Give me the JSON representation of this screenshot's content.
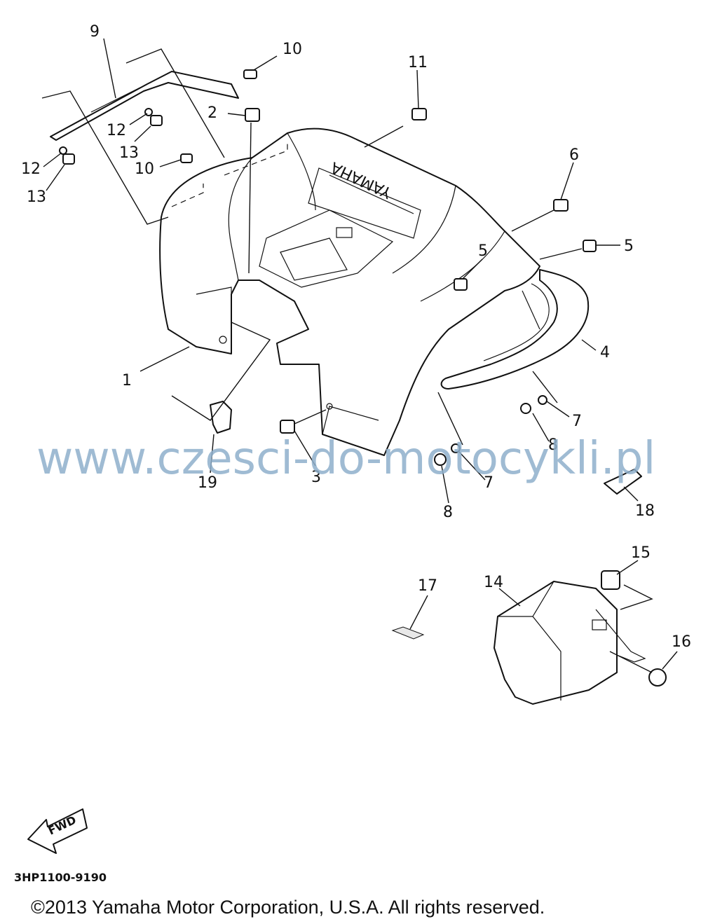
{
  "diagram": {
    "brand_text": "YAMAHA",
    "fwd_label": "FWD",
    "watermark": "www.czesci-do-motocykli.pl",
    "diagram_code": "3HP1100-9190",
    "copyright": "©2013 Yamaha Motor Corporation, U.S.A. All rights reserved."
  },
  "callouts": [
    {
      "id": "c9",
      "label": "9"
    },
    {
      "id": "c10a",
      "label": "10"
    },
    {
      "id": "c11",
      "label": "11"
    },
    {
      "id": "c2",
      "label": "2"
    },
    {
      "id": "c12a",
      "label": "12"
    },
    {
      "id": "c13a",
      "label": "13"
    },
    {
      "id": "c12b",
      "label": "12"
    },
    {
      "id": "c13b",
      "label": "13"
    },
    {
      "id": "c10b",
      "label": "10"
    },
    {
      "id": "c6",
      "label": "6"
    },
    {
      "id": "c5a",
      "label": "5"
    },
    {
      "id": "c5b",
      "label": "5"
    },
    {
      "id": "c4",
      "label": "4"
    },
    {
      "id": "c1",
      "label": "1"
    },
    {
      "id": "c7a",
      "label": "7"
    },
    {
      "id": "c8a",
      "label": "8"
    },
    {
      "id": "c3",
      "label": "3"
    },
    {
      "id": "c19",
      "label": "19"
    },
    {
      "id": "c7b",
      "label": "7"
    },
    {
      "id": "c8b",
      "label": "8"
    },
    {
      "id": "c18",
      "label": "18"
    },
    {
      "id": "c15",
      "label": "15"
    },
    {
      "id": "c17",
      "label": "17"
    },
    {
      "id": "c14",
      "label": "14"
    },
    {
      "id": "c16",
      "label": "16"
    }
  ]
}
